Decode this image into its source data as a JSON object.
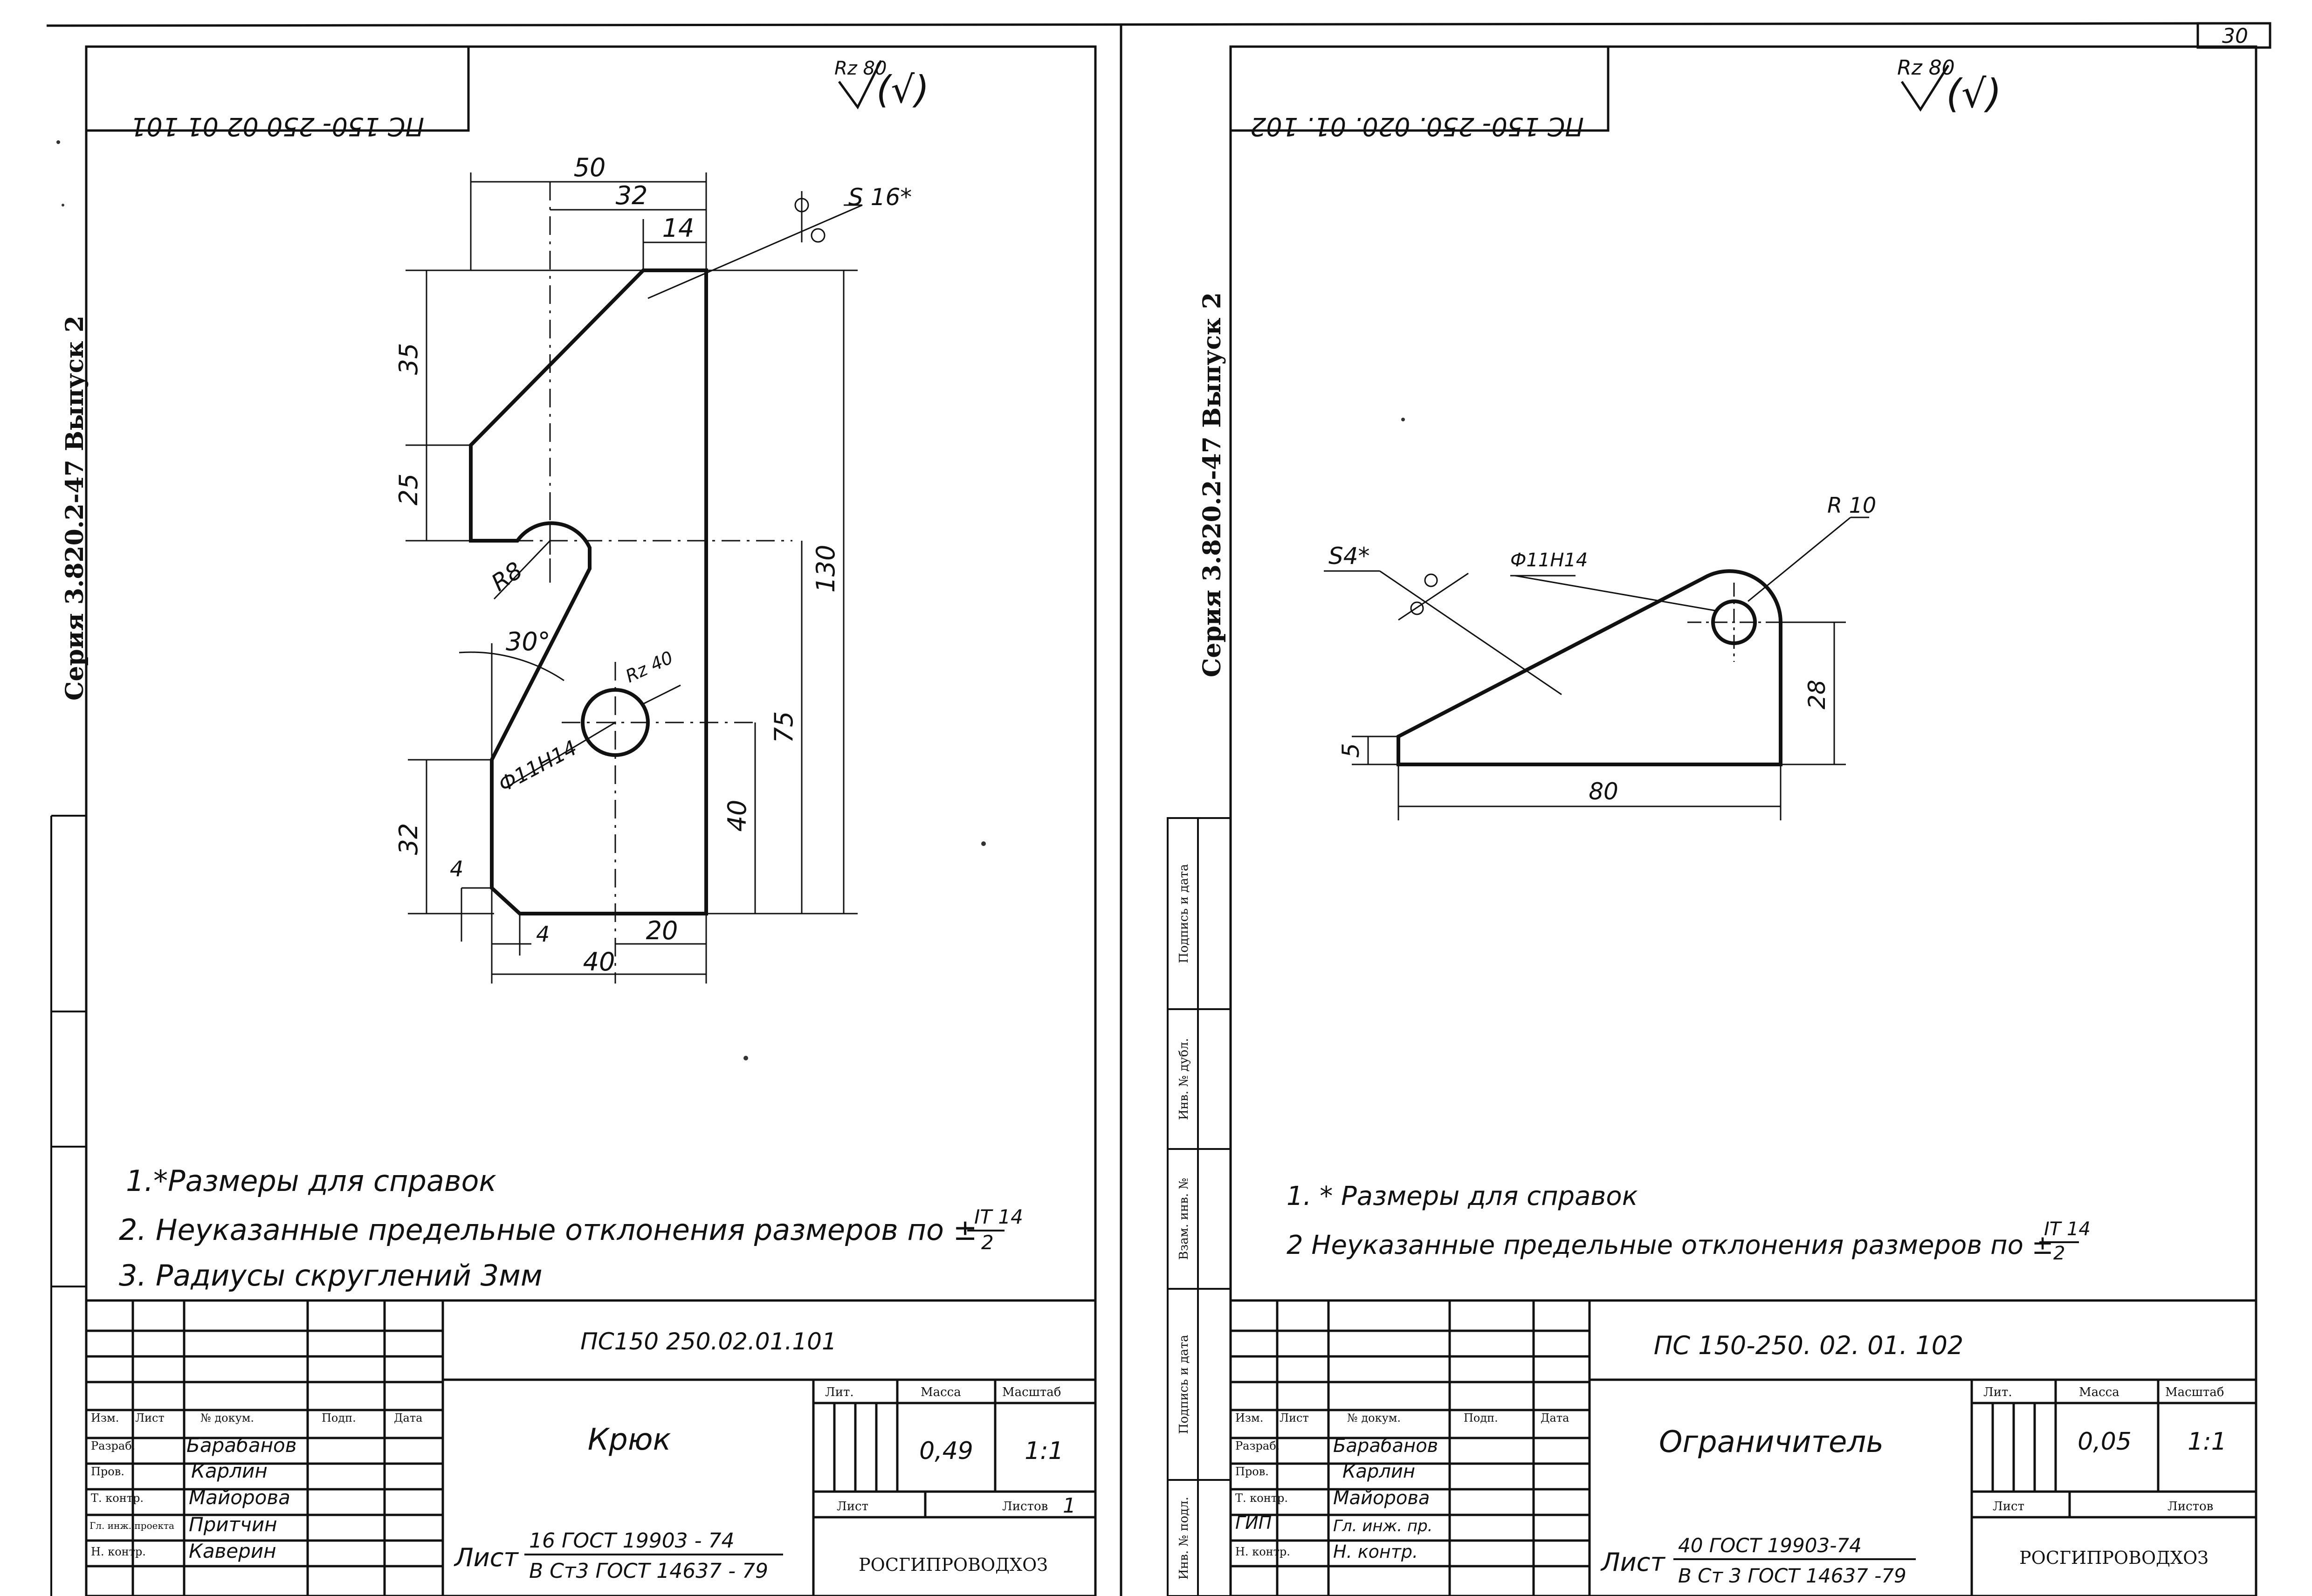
{
  "page_number": "30",
  "series_label": "Серия 3.820.2-47  Выпуск 2",
  "stamp_column": [
    "Подпись и дата",
    "Инв. № дубл.",
    "Взам. инв. №",
    "Подпись и дата",
    "Инв. № подл."
  ],
  "title_block_headers": {
    "izm": "Изм.",
    "list": "Лист",
    "doc": "№ докум.",
    "sign": "Подп.",
    "date": "Дата",
    "lit": "Лит.",
    "mass": "Масса",
    "scale": "Масштаб",
    "sheet": "Лист",
    "sheets": "Листов"
  },
  "left_sheet": {
    "mirror_code": "ПС 150- 250 02 01 101",
    "roughness": "Rz 80",
    "drawing": {
      "dims": [
        "50",
        "32",
        "14",
        "35",
        "25",
        "130",
        "75",
        "40",
        "32",
        "4",
        "4",
        "20",
        "40"
      ],
      "r8": "R8",
      "angle": "30°",
      "rz40": "Rz 40",
      "hole": "Ф11Н14",
      "thickness": "S 16*"
    },
    "notes": [
      "1.*Размеры для справок",
      "2. Неуказанные предельные отклонения размеров по ±",
      "3. Радиусы скруглений 3мм"
    ],
    "tolerance_num": "IT 14",
    "tolerance_den": "2",
    "designation": "ПС150 250.02.01.101",
    "part_name": "Крюк",
    "mass": "0,49",
    "scale": "1:1",
    "sheets_value": "1",
    "material_prefix": "Лист",
    "material_top": "16 ГОСТ 19903 - 74",
    "material_bottom": "В Ст3  ГОСТ 14637 - 79",
    "org": "РОСГИПРОВОДХОЗ",
    "people": [
      {
        "role": "Разраб.",
        "name": "Барабанов"
      },
      {
        "role": "Пров.",
        "name": "Карлин"
      },
      {
        "role": "Т. контр.",
        "name": "Майорова"
      },
      {
        "role": "Гл. инж. проекта",
        "name": "Притчин"
      },
      {
        "role": "Н. контр.",
        "name": "Каверин"
      }
    ]
  },
  "right_sheet": {
    "mirror_code": "ПС 150- 250. 020. 01. 102",
    "roughness": "Rz 80",
    "drawing": {
      "r10": "R 10",
      "hole": "Ф11Н14",
      "thickness": "S4*",
      "dim_5": "5",
      "dim_28": "28",
      "dim_80": "80"
    },
    "notes": [
      "1. * Размеры для справок",
      "2  Неуказанные предельные отклонения размеров по ±"
    ],
    "tolerance_num": "IT 14",
    "tolerance_den": "2",
    "designation": "ПС 150-250. 02. 01. 102",
    "part_name": "Ограничитель",
    "mass": "0,05",
    "scale": "1:1",
    "material_prefix": "Лист",
    "material_top": "40  ГОСТ 19903-74",
    "material_bottom": "В Ст 3  ГОСТ 14637 -79",
    "org": "РОСГИПРОВОДХОЗ",
    "people": [
      {
        "role": "Разраб.",
        "name": "Барабанов"
      },
      {
        "role": "Пров.",
        "name": "Карлин"
      },
      {
        "role": "Т. контр.",
        "name": "Майорова"
      },
      {
        "role": "ГИП",
        "name": "Гл. инж. пр."
      },
      {
        "role": "Н. контр.",
        "name": "Н. контр."
      }
    ]
  }
}
